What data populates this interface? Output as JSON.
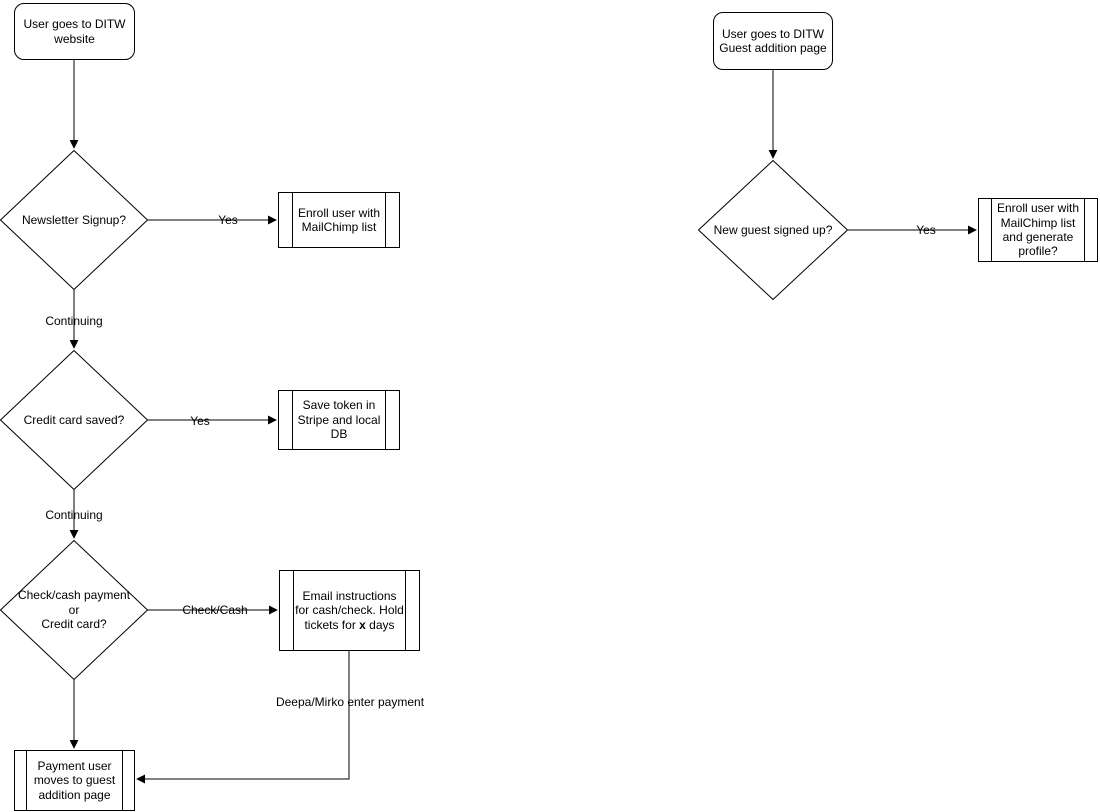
{
  "colors": {
    "stroke": "#000000",
    "background": "#ffffff",
    "text": "#000000"
  },
  "left_flow": {
    "start": "User goes to DITW\nwebsite",
    "decision_newsletter": "Newsletter Signup?",
    "label_yes_newsletter": "Yes",
    "process_enroll": "Enroll user with\nMailChimp list",
    "label_continuing_1": "Continuing",
    "decision_credit_card": "Credit card saved?",
    "label_yes_credit": "Yes",
    "process_save_token": "Save token in\nStripe and local\nDB",
    "label_continuing_2": "Continuing",
    "decision_payment_type": "Check/cash payment\nor\nCredit card?",
    "label_check_cash": "Check/Cash",
    "process_email_pre": "Email instructions\nfor cash/check. Hold\ntickets for ",
    "process_email_bold": "x",
    "process_email_post": " days",
    "label_deepa": "Deepa/Mirko enter payment",
    "terminal_payment": "Payment user\nmoves to guest\naddition page"
  },
  "right_flow": {
    "start": "User goes to DITW\nGuest addition page",
    "decision_new_guest": "New guest signed up?",
    "label_yes": "Yes",
    "process_enroll_profile": "Enroll user with\nMailChimp list\nand generate\nprofile?"
  }
}
